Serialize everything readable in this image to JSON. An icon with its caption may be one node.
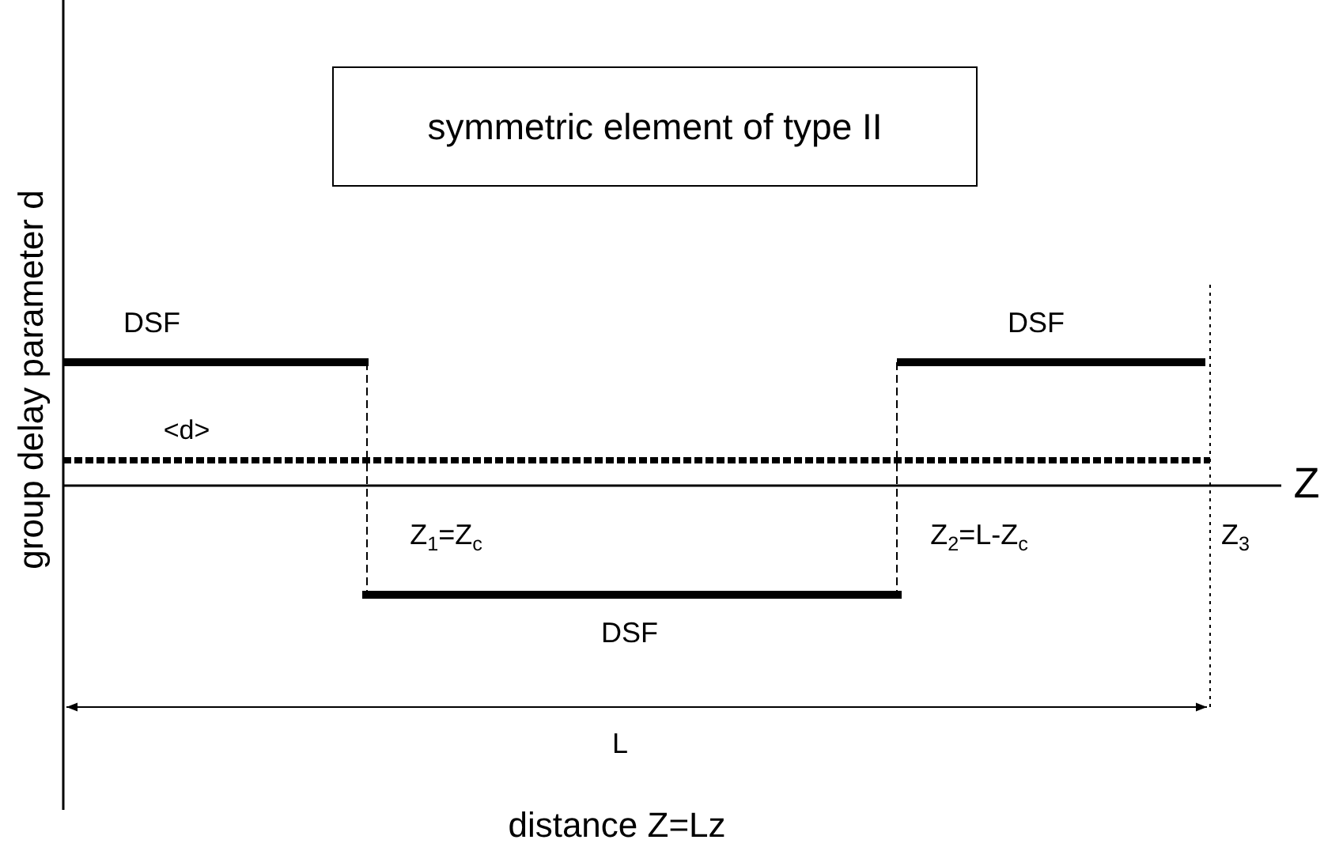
{
  "diagram": {
    "nodes": [
      {
        "text": [
          "symmetric element of type II"
        ]
      }
    ],
    "edges": [],
    "labels": [
      "group delay parameter d",
      "DSF",
      "DSF",
      "<d>",
      "Z",
      "Z$_{1}$=Z$_{c}$",
      "Z$_{2}$=L-Z$_{c}$",
      "Z$_{3}$",
      "DSF",
      "L",
      "distance Z=Lz"
    ]
  }
}
